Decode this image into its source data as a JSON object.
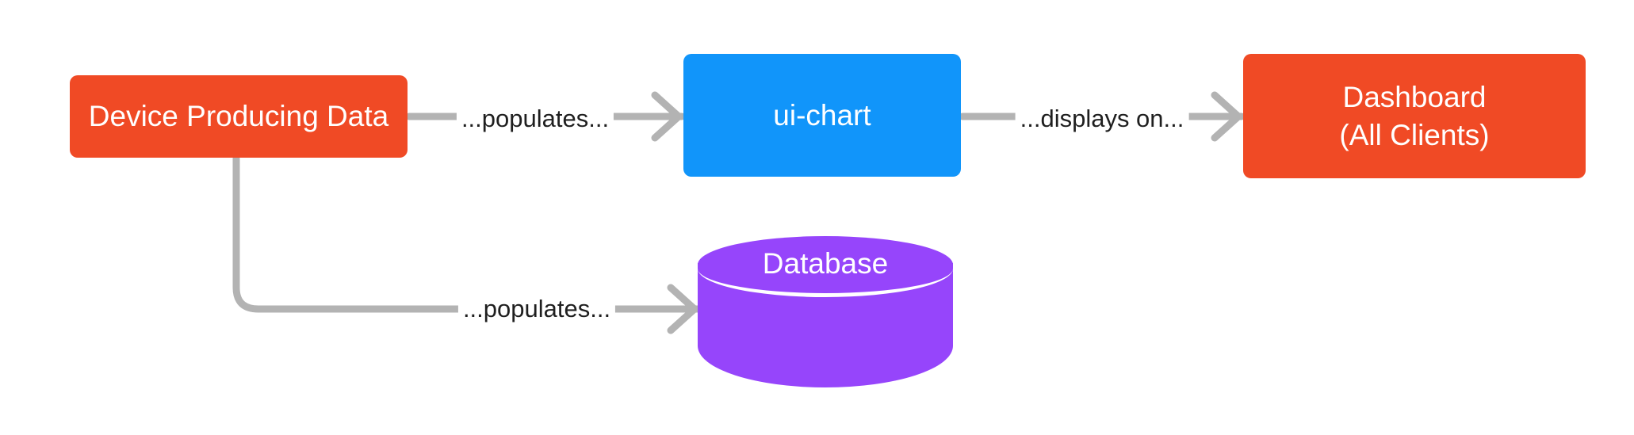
{
  "diagram": {
    "type": "flowchart",
    "direction": "left-to-right",
    "background": "#ffffff",
    "edge_color": "#b3b3b3",
    "nodes": [
      {
        "id": "device",
        "label": "Device Producing Data",
        "shape": "rounded-rectangle",
        "fill": "#f04a25",
        "text_color": "#ffffff"
      },
      {
        "id": "ui-chart",
        "label": "ui-chart",
        "shape": "rounded-rectangle",
        "fill": "#1195fa",
        "text_color": "#ffffff"
      },
      {
        "id": "dashboard",
        "label": "Dashboard\n(All Clients)",
        "shape": "rounded-rectangle",
        "fill": "#f04a25",
        "text_color": "#ffffff"
      },
      {
        "id": "database",
        "label": "Database",
        "shape": "cylinder",
        "fill": "#9645fb",
        "text_color": "#ffffff"
      }
    ],
    "edges": [
      {
        "id": "device-to-uichart",
        "from": "device",
        "to": "ui-chart",
        "label": "...populates...",
        "arrow": "open-arrow"
      },
      {
        "id": "uichart-to-dashboard",
        "from": "ui-chart",
        "to": "dashboard",
        "label": "...displays on...",
        "arrow": "open-arrow"
      },
      {
        "id": "device-to-database",
        "from": "device",
        "to": "database",
        "label": "...populates...",
        "arrow": "open-arrow"
      }
    ]
  }
}
